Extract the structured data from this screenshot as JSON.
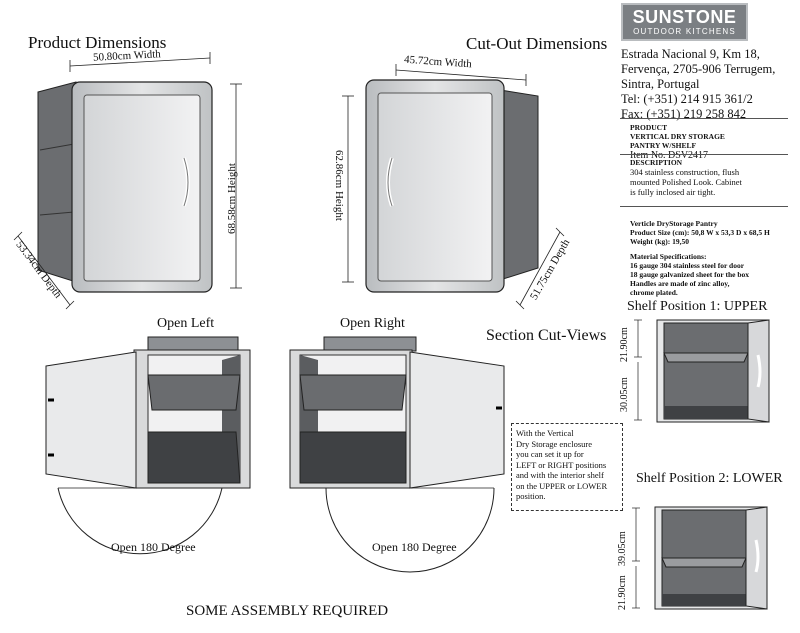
{
  "brand": {
    "name": "SUNSTONE",
    "tagline": "OUTDOOR KITCHENS"
  },
  "address": {
    "line1": "Estrada Nacional 9, Km 18,",
    "line2": "Fervença, 2705-906 Terrugem,",
    "line3": "Sintra, Portugal",
    "tel": "Tel: (+351) 214 915 361/2",
    "fax": "Fax: (+351) 219 258 842"
  },
  "product": {
    "label": "PRODUCT",
    "name1": "VERTICAL DRY STORAGE",
    "name2": "PANTRY W/SHELF",
    "item": "Item No. DSV2417"
  },
  "description": {
    "label": "DESCRIPTION",
    "text1": "304 stainless construction, flush",
    "text2": "mounted Polished Look. Cabinet",
    "text3": "is fully inclosed air tight."
  },
  "specs": {
    "name": "Verticle DryStorage Pantry",
    "size": "Product Size (cm): 50,8 W x 53,3 D x 68,5 H",
    "weight": "Weight (kg): 19,50",
    "material_label": "Material Specifications:",
    "m1": "16 gauge 304 stainless steel for door",
    "m2": "18 gauge galvanized sheet for the box",
    "m3": "Handles are made of zinc alloy,",
    "m4": "chrome plated."
  },
  "headings": {
    "product_dimensions": "Product Dimensions",
    "cutout_dimensions": "Cut-Out Dimensions",
    "open_left": "Open Left",
    "open_right": "Open Right",
    "section_cut": "Section Cut-Views",
    "shelf_upper": "Shelf Position 1: UPPER",
    "shelf_lower": "Shelf Position 2: LOWER",
    "open_180_left": "Open 180 Degree",
    "open_180_right": "Open 180 Degree",
    "assembly": "SOME ASSEMBLY REQUIRED"
  },
  "dimensions": {
    "product_width": "50.80cm Width",
    "product_height": "68.58cm Height",
    "product_depth": "53.34cm Depth",
    "cut_width": "45.72cm Width",
    "cut_height": "62.86cm Height",
    "cut_depth": "51.75cm Depth",
    "upper_top": "21.90cm",
    "upper_bottom": "30.05cm",
    "lower_top": "39.05cm",
    "lower_bottom": "21.90cm"
  },
  "note": {
    "l1": "With the Vertical",
    "l2": "Dry Storage enclosure",
    "l3": "you can set it up for",
    "l4": "LEFT or RIGHT positions",
    "l5": "and with the interior shelf",
    "l6": "on the UPPER or LOWER",
    "l7": "position."
  },
  "colors": {
    "steel_dark": "#6b6d70",
    "steel_mid": "#8d9094",
    "steel_light": "#c9cbcd",
    "interior": "#3f4144"
  }
}
